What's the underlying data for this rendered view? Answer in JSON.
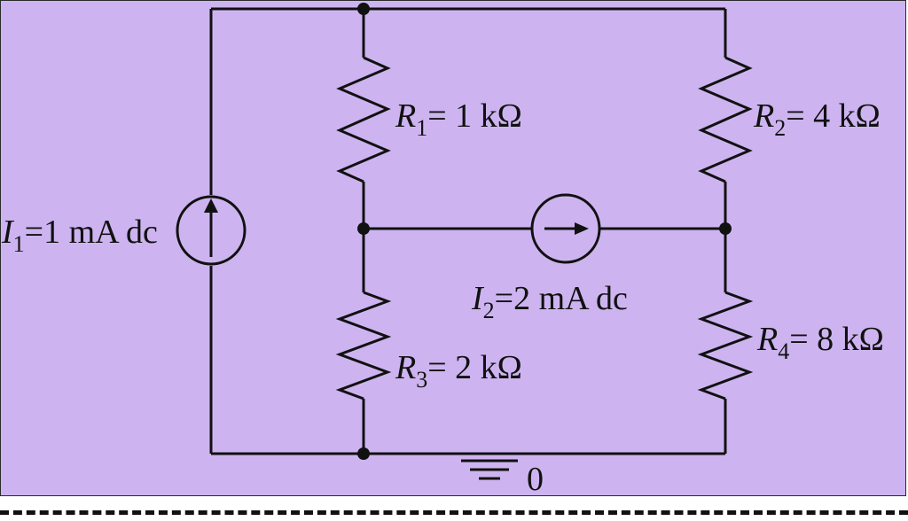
{
  "circuit": {
    "sources": [
      {
        "id": "I1",
        "symbol": "I",
        "subscript": "1",
        "value": "=1 mA dc",
        "direction": "up"
      },
      {
        "id": "I2",
        "symbol": "I",
        "subscript": "2",
        "value": "=2 mA dc",
        "direction": "right"
      }
    ],
    "resistors": [
      {
        "id": "R1",
        "symbol": "R",
        "subscript": "1",
        "value": "= 1 kΩ"
      },
      {
        "id": "R2",
        "symbol": "R",
        "subscript": "2",
        "value": "= 4 kΩ"
      },
      {
        "id": "R3",
        "symbol": "R",
        "subscript": "3",
        "value": "= 2 kΩ"
      },
      {
        "id": "R4",
        "symbol": "R",
        "subscript": "4",
        "value": "= 8 kΩ"
      }
    ],
    "ground": {
      "label": "0"
    },
    "colors": {
      "background": "#cdb4f0",
      "line": "#111111"
    }
  }
}
